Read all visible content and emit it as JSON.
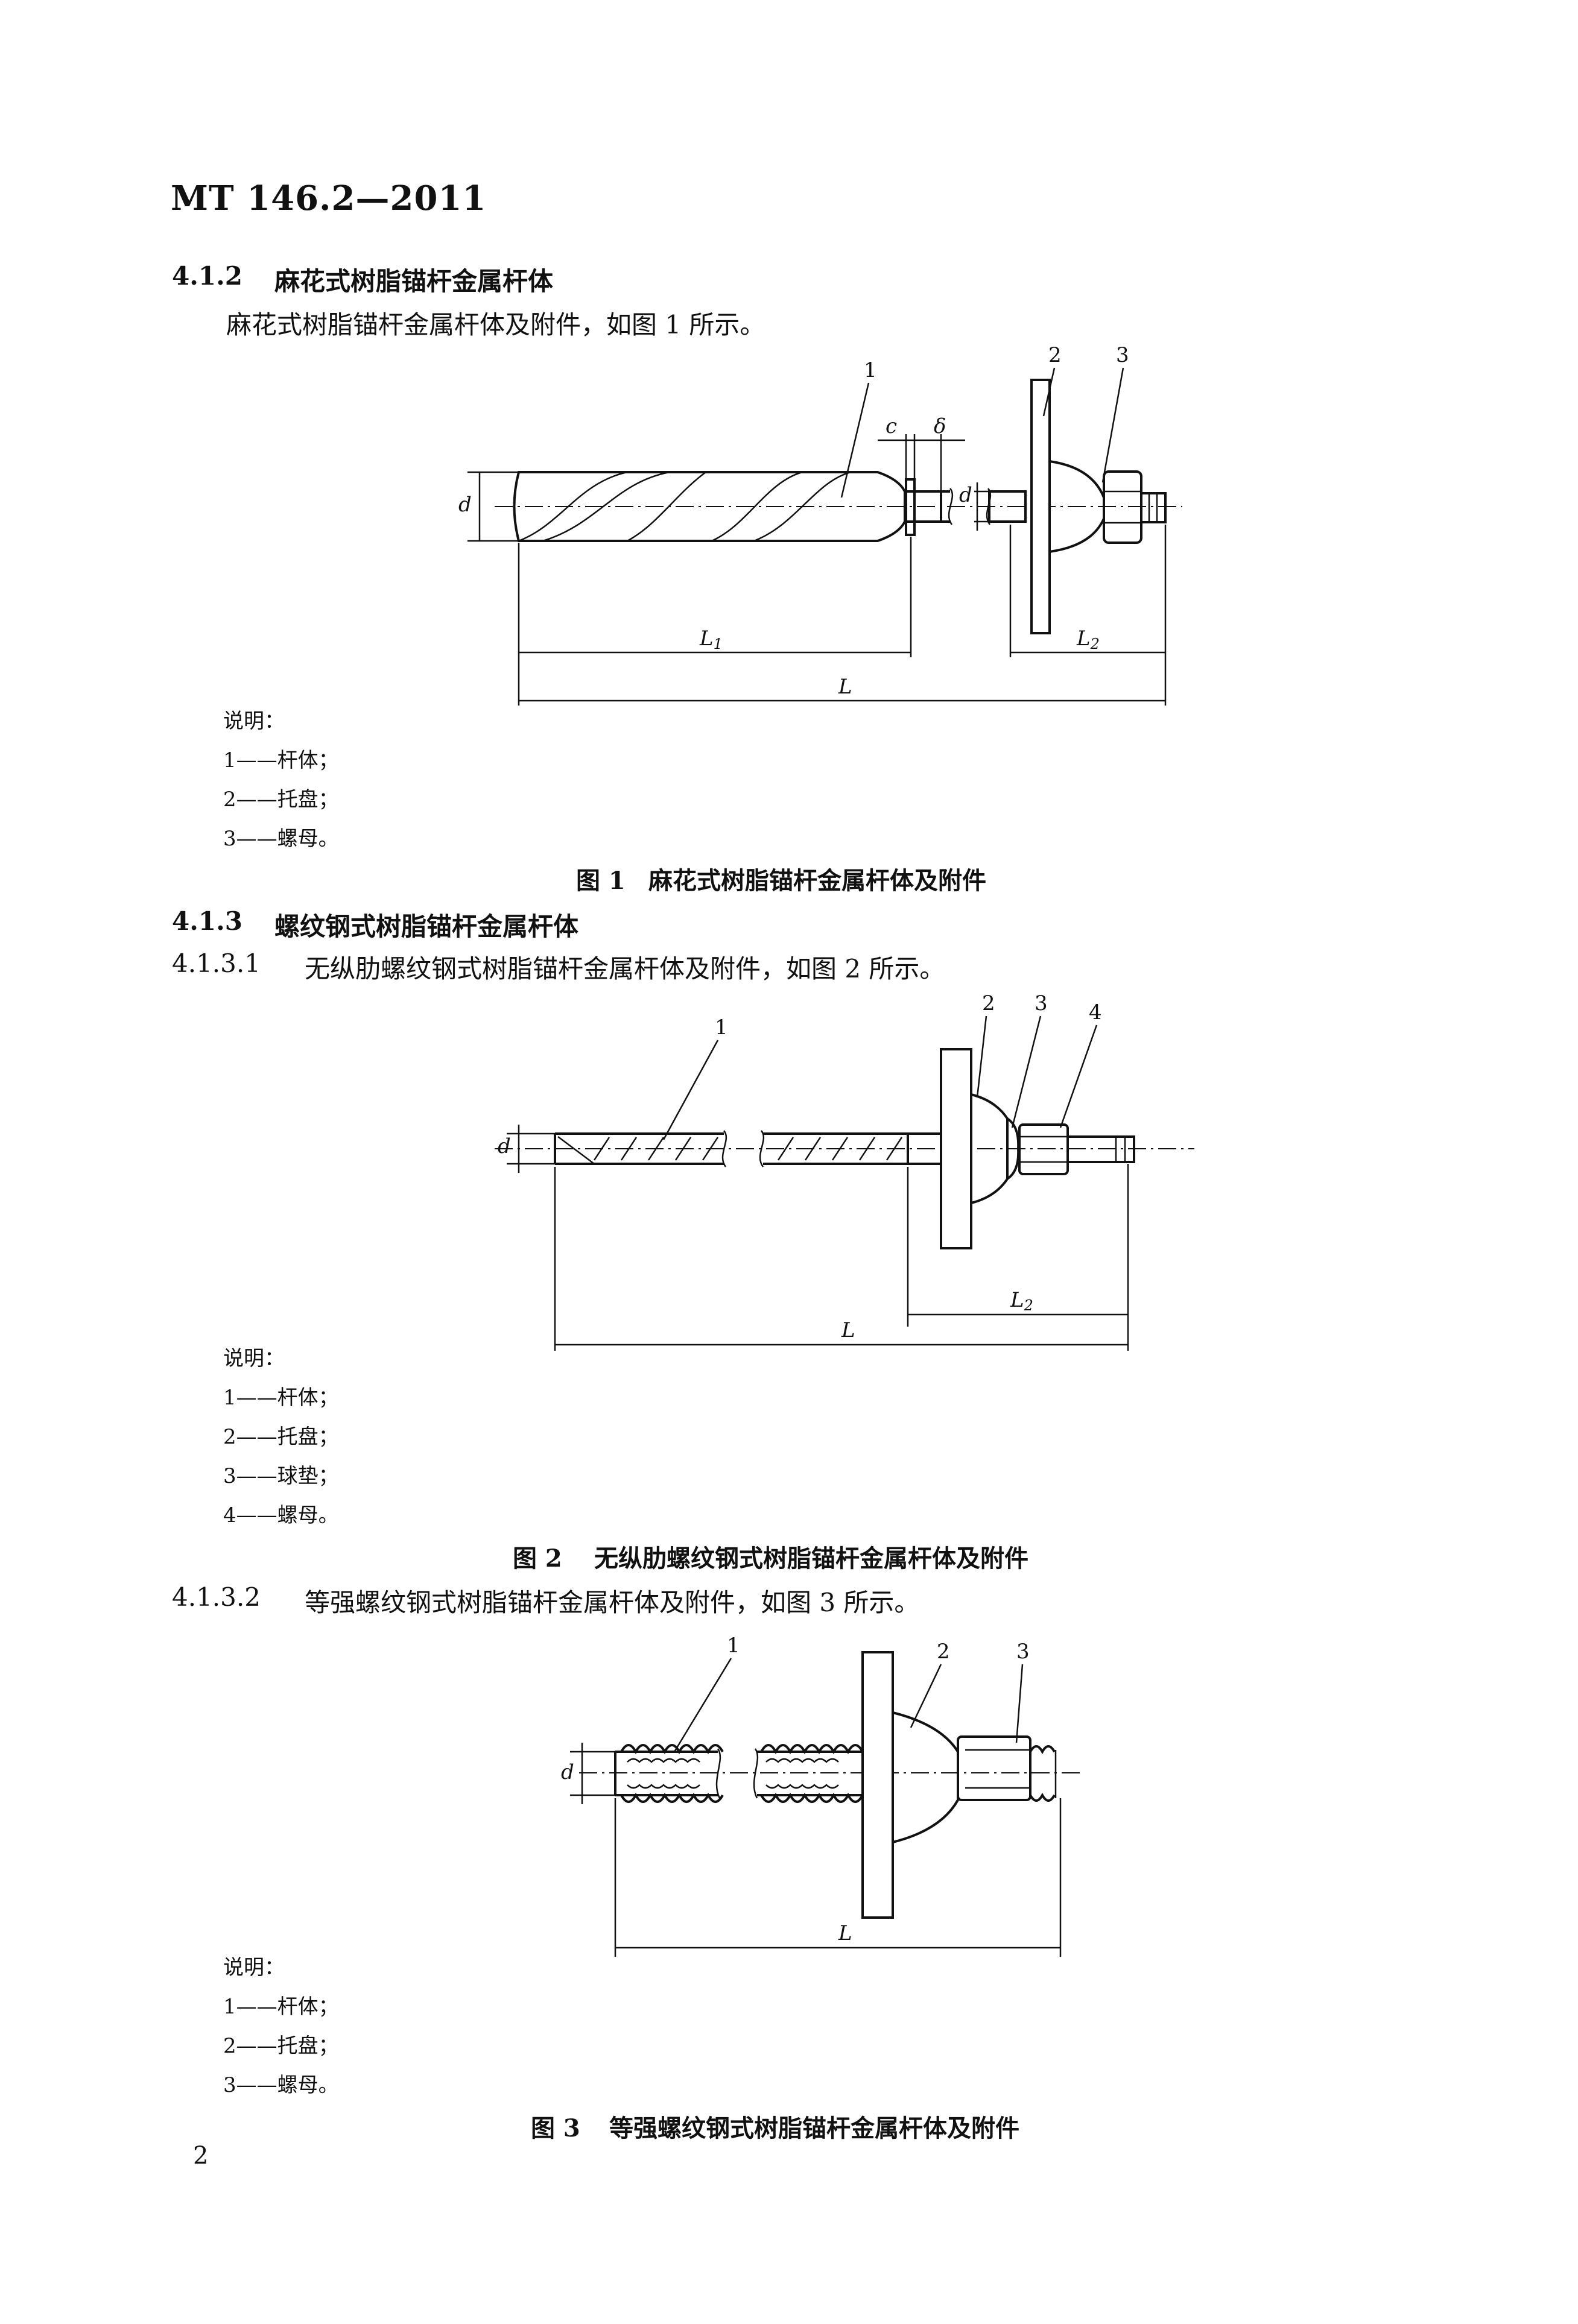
{
  "header": {
    "standard_no": "MT 146.2—2011"
  },
  "sections": {
    "s412": {
      "num": "4.1.2",
      "title": "麻花式树脂锚杆金属杆体",
      "body": "麻花式树脂锚杆金属杆体及附件，如图 1 所示。"
    },
    "s413": {
      "num": "4.1.3",
      "title": "螺纹钢式树脂锚杆金属杆体"
    },
    "s4131": {
      "num": "4.1.3.1",
      "body": "无纵肋螺纹钢式树脂锚杆金属杆体及附件，如图 2 所示。"
    },
    "s4132": {
      "num": "4.1.3.2",
      "body": "等强螺纹钢式树脂锚杆金属杆体及附件，如图 3 所示。"
    }
  },
  "figures": {
    "fig1": {
      "labels": [
        "1",
        "2",
        "3"
      ],
      "dims": {
        "d": "d",
        "d2": "d",
        "c": "c",
        "delta": "δ",
        "L1": "L",
        "L1_sub": "1",
        "L2": "L",
        "L2_sub": "2",
        "L": "L"
      },
      "legend_title": "说明：",
      "legend": [
        "1——杆体；",
        "2——托盘；",
        "3——螺母。"
      ],
      "caption_no": "图 1",
      "caption": "麻花式树脂锚杆金属杆体及附件"
    },
    "fig2": {
      "labels": [
        "1",
        "2",
        "3",
        "4"
      ],
      "dims": {
        "d": "d",
        "L2": "L",
        "L2_sub": "2",
        "L": "L"
      },
      "legend_title": "说明：",
      "legend": [
        "1——杆体；",
        "2——托盘；",
        "3——球垫；",
        "4——螺母。"
      ],
      "caption_no": "图 2",
      "caption": "无纵肋螺纹钢式树脂锚杆金属杆体及附件"
    },
    "fig3": {
      "labels": [
        "1",
        "2",
        "3"
      ],
      "dims": {
        "d": "d",
        "L": "L"
      },
      "legend_title": "说明：",
      "legend": [
        "1——杆体；",
        "2——托盘；",
        "3——螺母。"
      ],
      "caption_no": "图 3",
      "caption": "等强螺纹钢式树脂锚杆金属杆体及附件"
    }
  },
  "footer": {
    "page_no": "2"
  }
}
